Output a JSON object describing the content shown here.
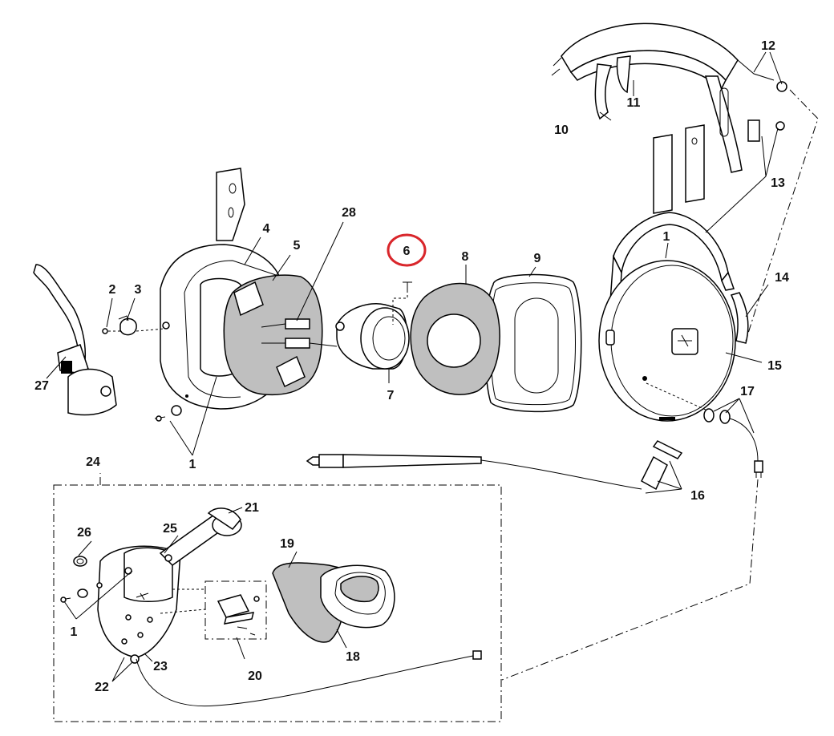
{
  "diagram": {
    "labels": {
      "l1a": "1",
      "l1b": "1",
      "l1c": "1",
      "l2": "2",
      "l3": "3",
      "l4": "4",
      "l5": "5",
      "l6": "6",
      "l7": "7",
      "l8": "8",
      "l9": "9",
      "l10": "10",
      "l11": "11",
      "l12": "12",
      "l13": "13",
      "l14": "14",
      "l15": "15",
      "l16": "16",
      "l17": "17",
      "l18": "18",
      "l19": "19",
      "l20": "20",
      "l21": "21",
      "l22": "22",
      "l23": "23",
      "l24": "24",
      "l25": "25",
      "l26": "26",
      "l27": "27",
      "l28": "28"
    },
    "highlight": {
      "part": "6",
      "color": "#d9262b"
    },
    "colors": {
      "line": "#000000",
      "fill_grey": "#bfbfbf",
      "label": "#111111"
    }
  }
}
